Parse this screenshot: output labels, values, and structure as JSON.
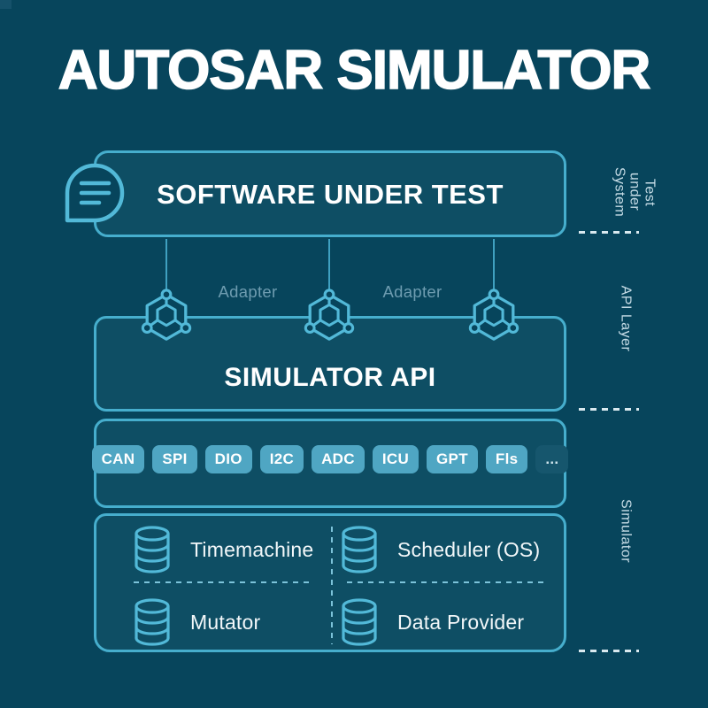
{
  "title": "AUTOSAR SIMULATOR",
  "colors": {
    "background": "#07455c",
    "panel_fill": "#0e4e64",
    "panel_border": "#46aecd",
    "icon_stroke": "#52b9d8",
    "chip_fill": "#4fa6c3",
    "chip_muted_fill": "#16566d",
    "text_primary": "#ffffff",
    "adapter_text": "#6e9cb0",
    "side_label_text": "#c6dce6"
  },
  "sut_box": {
    "label": "SOFTWARE UNDER TEST"
  },
  "adapters": {
    "left": "Adapter",
    "right": "Adapter"
  },
  "api_box": {
    "label": "SIMULATOR API"
  },
  "chips": {
    "items": [
      "CAN",
      "SPI",
      "DIO",
      "I2C",
      "ADC",
      "ICU",
      "GPT",
      "Fls",
      "..."
    ]
  },
  "components": {
    "items": [
      {
        "label": "Timemachine"
      },
      {
        "label": "Scheduler (OS)"
      },
      {
        "label": "Mutator"
      },
      {
        "label": "Data Provider"
      }
    ]
  },
  "side_labels": {
    "system_under_test": "System\nunder\nTest",
    "api_layer": "API Layer",
    "simulator": "Simulator"
  }
}
